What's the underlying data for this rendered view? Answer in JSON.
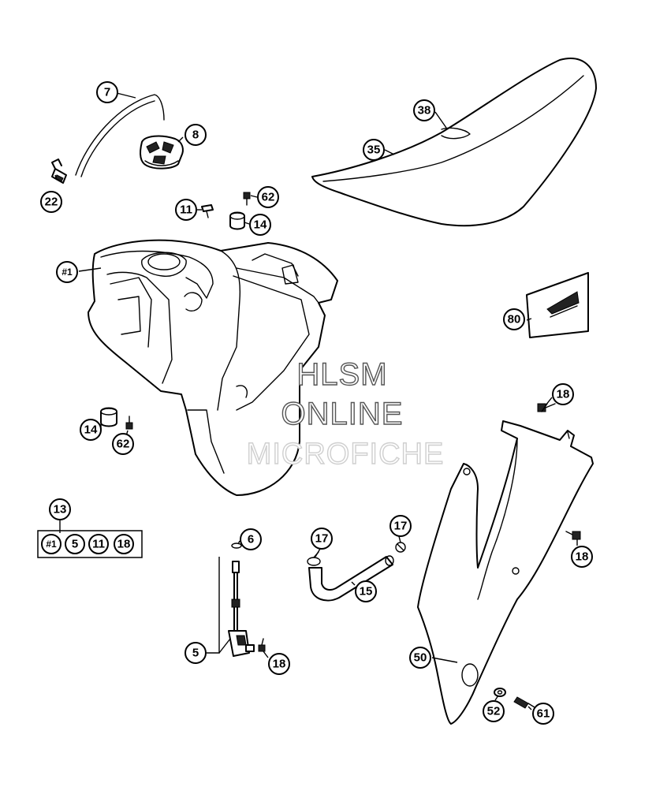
{
  "callouts": {
    "c7": "7",
    "c8": "8",
    "c22": "22",
    "c38": "38",
    "c35": "35",
    "c11": "11",
    "c62a": "62",
    "c14a": "14",
    "c1": "#1",
    "c80": "80",
    "c18a": "18",
    "c14b": "14",
    "c62b": "62",
    "c13": "13",
    "c6": "6",
    "c17a": "17",
    "c17b": "17",
    "c15": "15",
    "c18b": "18",
    "c5": "5",
    "c18c": "18",
    "c50": "50",
    "c52": "52",
    "c61": "61"
  },
  "kit": [
    "#1",
    "5",
    "11",
    "18"
  ],
  "watermark": {
    "line1": "HLSM",
    "line2": "ONLINE",
    "line3": "MICROFICHE"
  },
  "colors": {
    "ink": "#000000",
    "paper": "#ffffff",
    "watermark": "#555555"
  }
}
